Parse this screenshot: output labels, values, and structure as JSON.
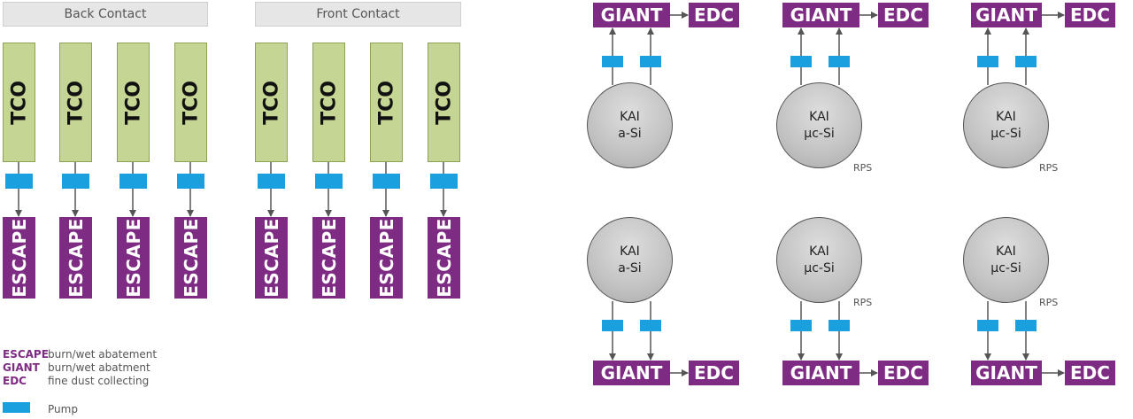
{
  "headers": {
    "back": "Back Contact",
    "front": "Front Contact"
  },
  "labels": {
    "tco": "TCO",
    "escape": "ESCAPE",
    "giant": "GIANT",
    "edc": "EDC",
    "kai": "KAI",
    "a_si": "a-Si",
    "uc_si": "µc-Si",
    "rps": "RPS"
  },
  "legend": [
    {
      "key": "ESCAPE",
      "value": "burn/wet abatement"
    },
    {
      "key": "GIANT",
      "value": "burn/wet abatment"
    },
    {
      "key": "EDC",
      "value": "fine dust collecting"
    }
  ],
  "pump_legend": "Pump",
  "colors": {
    "purple": "#7e2b83",
    "pump": "#1aa0df",
    "tco": "#c5d594",
    "header": "#e6e6e6"
  }
}
